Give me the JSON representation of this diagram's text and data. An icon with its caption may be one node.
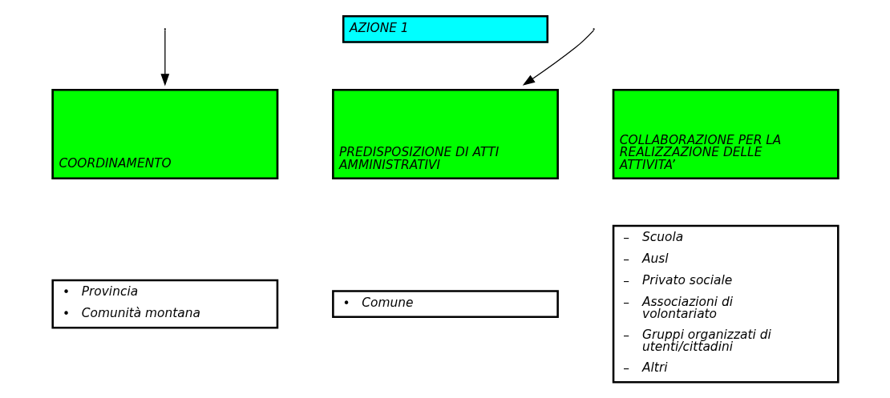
{
  "diagram": {
    "nodes": [
      {
        "text": [
          "AZIONE 1"
        ]
      },
      {
        "text": [
          "COORDINAMENTO"
        ]
      },
      {
        "text": [
          "PREDISPOSIZIONE DI ATTI AMMINISTRATIVI"
        ]
      },
      {
        "text": [
          "COLLABORAZIONE PER LA REALIZZAZIONE DELLE ATTIVITA’"
        ]
      },
      {
        "text": [
          "• Provincia",
          "• Comunità montana"
        ]
      },
      {
        "text": [
          "• Comune"
        ]
      },
      {
        "text": [
          "– Scuola",
          "– Ausl",
          "– Privato sociale",
          "– Associazioni di volontariato",
          "– Gruppi organizzati di utenti/cittadini",
          "– Altri"
        ]
      }
    ],
    "edges": [
      {
        "from": null,
        "to": 1,
        "arrow": "to"
      },
      {
        "from": null,
        "to": 2,
        "arrow": "to"
      }
    ]
  }
}
